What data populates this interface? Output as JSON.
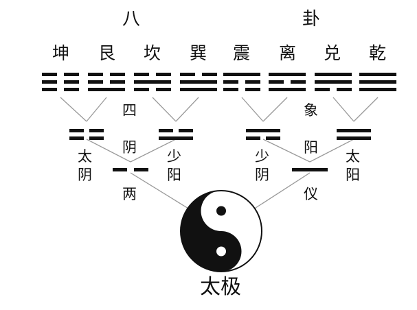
{
  "title_chars": [
    "八",
    "卦"
  ],
  "trigrams": [
    {
      "name": "坤",
      "lines": [
        0,
        0,
        0
      ]
    },
    {
      "name": "艮",
      "lines": [
        1,
        0,
        0
      ]
    },
    {
      "name": "坎",
      "lines": [
        0,
        1,
        0
      ]
    },
    {
      "name": "巽",
      "lines": [
        1,
        1,
        0
      ]
    },
    {
      "name": "震",
      "lines": [
        0,
        0,
        1
      ]
    },
    {
      "name": "离",
      "lines": [
        1,
        0,
        1
      ]
    },
    {
      "name": "兑",
      "lines": [
        0,
        1,
        1
      ]
    },
    {
      "name": "乾",
      "lines": [
        1,
        1,
        1
      ]
    }
  ],
  "four_images": {
    "chars": [
      "四",
      "象"
    ],
    "symbols": [
      {
        "lines": [
          0,
          0
        ],
        "label": [
          "太",
          "阴"
        ]
      },
      {
        "lines": [
          1,
          0
        ],
        "label": [
          "少",
          "阳"
        ]
      },
      {
        "lines": [
          0,
          1
        ],
        "label": [
          "少",
          "阴"
        ]
      },
      {
        "lines": [
          1,
          1
        ],
        "label": [
          "太",
          "阳"
        ]
      }
    ]
  },
  "two_forms": {
    "chars": [
      "两",
      "仪"
    ],
    "yin_label": "阴",
    "yang_label": "阳"
  },
  "taiji_label": "太极",
  "colors": {
    "ink": "#111111",
    "line": "#9a9a9a",
    "paper": "#ffffff"
  }
}
